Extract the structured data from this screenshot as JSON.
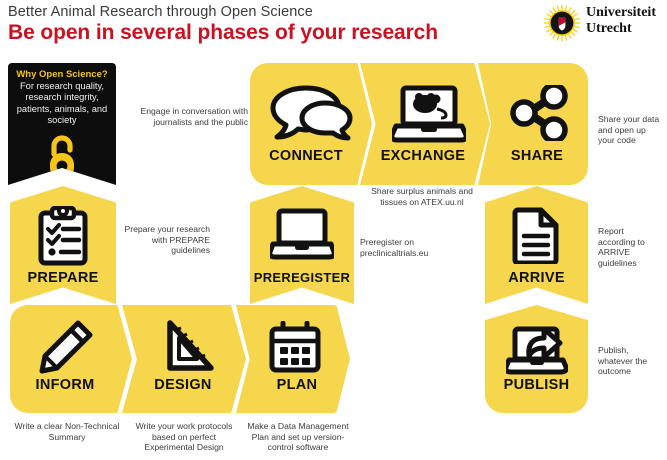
{
  "header": {
    "subtitle": "Better Animal Research through Open Science",
    "title": "Be open in several phases of your research",
    "logo": {
      "name": "universiteit-utrecht-logo",
      "line1": "Universiteit",
      "line2": "Utrecht"
    }
  },
  "why_box": {
    "title": "Why Open Science?",
    "body": "For research quality, research integrity, patients, animals, and society",
    "icon": "open-access-padlock-icon"
  },
  "colors": {
    "yellow": "#F5D64C",
    "black": "#0D0D0D",
    "red": "#CC1122",
    "gold_text": "#F5C518",
    "caption_gray": "#3C3C3C"
  },
  "blocks": [
    {
      "id": "connect",
      "label": "CONNECT",
      "icon": "speech-bubbles-icon",
      "caption": "Engage in conversation with journalists and the public"
    },
    {
      "id": "exchange",
      "label": "EXCHANGE",
      "icon": "laptop-mouse-animal-icon",
      "caption": "Share surplus animals and tissues on ATEX.uu.nl"
    },
    {
      "id": "share",
      "label": "SHARE",
      "icon": "share-nodes-icon",
      "caption": "Share your data and open up your code"
    },
    {
      "id": "prepare",
      "label": "PREPARE",
      "icon": "clipboard-checklist-icon",
      "caption": "Prepare your research with PREPARE guidelines"
    },
    {
      "id": "preregister",
      "label": "PREREGISTER",
      "icon": "laptop-icon",
      "caption": "Preregister on preclinicaltrials.eu"
    },
    {
      "id": "arrive",
      "label": "ARRIVE",
      "icon": "document-lines-icon",
      "caption": "Report according to ARRIVE guidelines"
    },
    {
      "id": "inform",
      "label": "INFORM",
      "icon": "pencil-icon",
      "caption": "Write a clear Non-Technical Summary"
    },
    {
      "id": "design",
      "label": "DESIGN",
      "icon": "set-square-ruler-icon",
      "caption": "Write your work protocols based on perfect Experimental Design"
    },
    {
      "id": "plan",
      "label": "PLAN",
      "icon": "calendar-icon",
      "caption": "Make a Data Management Plan and set up version-control software"
    },
    {
      "id": "publish",
      "label": "PUBLISH",
      "icon": "laptop-share-arrow-icon",
      "caption": "Publish, whatever the outcome"
    }
  ]
}
